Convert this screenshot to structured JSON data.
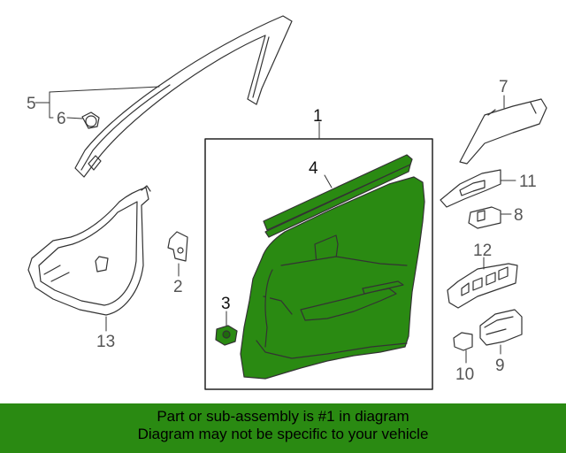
{
  "callouts": {
    "c1": "1",
    "c2": "2",
    "c3": "3",
    "c4": "4",
    "c5": "5",
    "c6": "6",
    "c7": "7",
    "c8": "8",
    "c9": "9",
    "c10": "10",
    "c11": "11",
    "c12": "12",
    "c13": "13"
  },
  "banner": {
    "line1": "Part or sub-assembly is #1 in diagram",
    "line2": "Diagram may not be specific to your vehicle"
  },
  "colors": {
    "highlight_part": "#2a8a12",
    "banner_bg": "#2a8a12",
    "line_art": "#333333",
    "callout_text": "#555555"
  }
}
